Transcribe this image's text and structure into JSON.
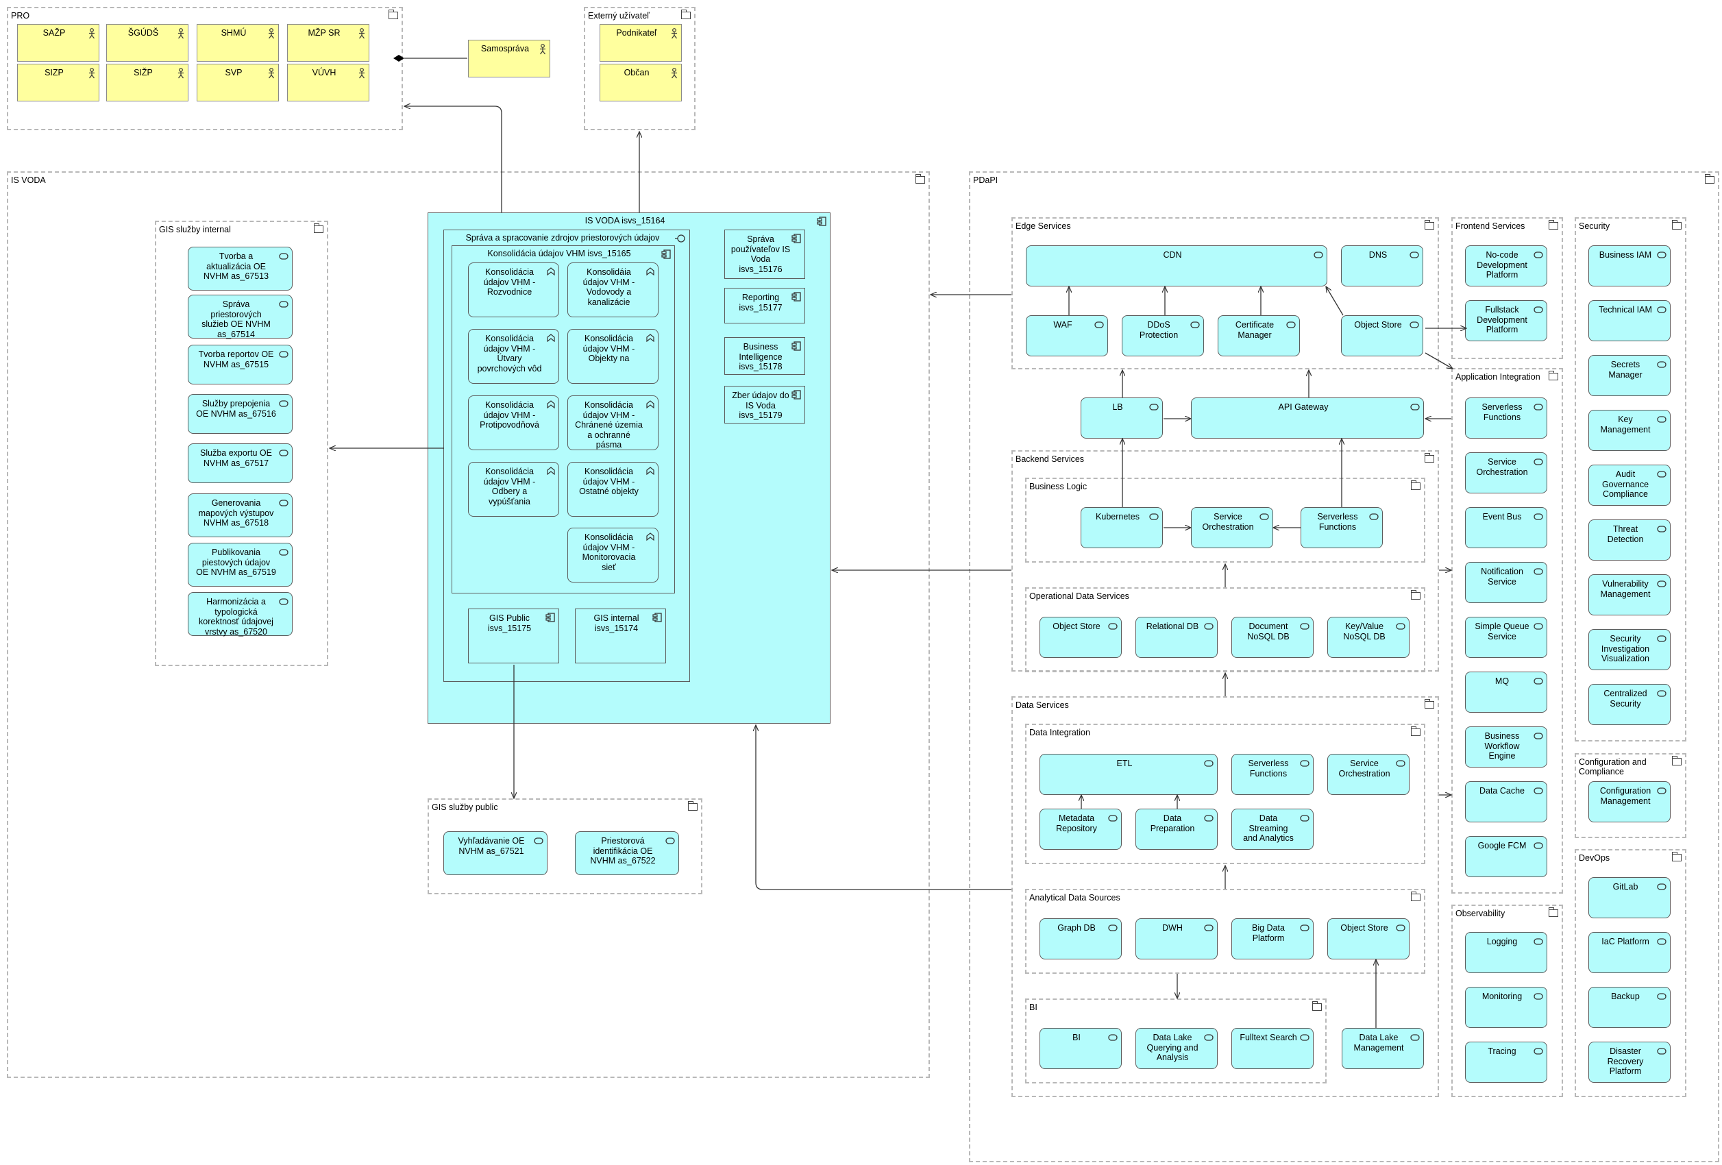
{
  "groups": {
    "pro": "PRO",
    "externy": "Externý užívateľ",
    "isvoda": "IS VODA",
    "pdapi": "PDaPI",
    "gis_int": "GIS služby internal",
    "gis_pub": "GIS služby public",
    "edge": "Edge Services",
    "frontend": "Frontend Services",
    "security": "Security",
    "appint": "Application Integration",
    "backend": "Backend Services",
    "bizlogic": "Business Logic",
    "opdata": "Operational Data Services",
    "dataserv": "Data Services",
    "dataint": "Data Integration",
    "analytical": "Analytical Data Sources",
    "bi": "BI",
    "config": "Configuration and\nCompliance",
    "devops": "DevOps",
    "observ": "Observability"
  },
  "actors": {
    "sazp": "SAŽP",
    "sgudz": "ŠGÚDŠ",
    "shmu": "SHMÚ",
    "mzp": "MŽP SR",
    "sizp1": "SIZP",
    "sizp2": "SIŽP",
    "svp": "SVP",
    "vuvh": "VÚVH",
    "samosprava": "Samospráva",
    "podnikatel": "Podnikateľ",
    "obcan": "Občan"
  },
  "isvoda": {
    "main": "IS VODA isvs_15164",
    "sprava": "Správa a spracovanie zdrojov priestorových údajov",
    "konsolidacia": "Konsolidácia údajov VHM isvs_15165",
    "k1": "Konsolidácia\núdajov VHM -\nRozvodnice",
    "k2": "Konsolidáia\núdajov VHM -\nVodovody a\nkanalizácie",
    "k3": "Konsolidácia\núdajov VHM -\nÚtvary\npovrchových vôd",
    "k4": "Konsolidácia\núdajov VHM -\nObjekty na",
    "k5": "Konsolidácia\núdajov VHM -\nProtipovodňová",
    "k6": "Konsolidácia\núdajov VHM -\nChránené územia\na ochranné\npásma",
    "k7": "Konsolidácia\núdajov VHM -\nOdbery a\nvypúšťania",
    "k8": "Konsolidácia\núdajov VHM -\nOstatné objekty",
    "k9": "Konsolidácia\núdajov VHM -\nMonitorovacia\nsieť",
    "s1": "Správa\npoužívateľov IS\nVoda\nisvs_15176",
    "s2": "Reporting\nisvs_15177",
    "s3": "Business\nIntelligence\nisvs_15178",
    "s4": "Zber údajov do\nIS Voda\nisvs_15179",
    "gpub": "GIS Public\nisvs_15175",
    "gint": "GIS internal\nisvs_15174"
  },
  "gis_internal": [
    "Tvorba a\naktualizácia OE\nNVHM as_67513",
    "Správa\npriestorových\nslužieb OE NVHM\nas_67514",
    "Tvorba reportov OE\nNVHM as_67515",
    "Služby prepojenia\nOE NVHM as_67516",
    "Služba exportu OE\nNVHM as_67517",
    "Generovania\nmapových výstupov\nNVHM as_67518",
    "Publikovania\npiestových údajov\nOE NVHM as_67519",
    "Harmonizácia a\ntypologická\nkorektnosť údajovej\nvrstvy as_67520"
  ],
  "gis_public": [
    "Vyhľadávanie OE\nNVHM as_67521",
    "Priestorová\nidentifikácia OE\nNVHM as_67522"
  ],
  "pdapi": {
    "cdn": "CDN",
    "dns": "DNS",
    "waf": "WAF",
    "ddos": "DDoS\nProtection",
    "cert": "Certificate\nManager",
    "objstore_edge": "Object Store",
    "lb": "LB",
    "apigw": "API Gateway",
    "k8s": "Kubernetes",
    "svcorch_bl": "Service\nOrchestration",
    "serverless_bl": "Serverless\nFunctions",
    "objstore_op": "Object Store",
    "reldb": "Relational DB",
    "docdb": "Document\nNoSQL DB",
    "kvdb": "Key/Value\nNoSQL DB",
    "etl": "ETL",
    "serverless_di": "Serverless\nFunctions",
    "svcorch_di": "Service\nOrchestration",
    "metadata": "Metadata\nRepository",
    "dataprep": "Data\nPreparation",
    "streaming": "Data\nStreaming\nand Analytics",
    "graphdb": "Graph DB",
    "dwh": "DWH",
    "bigdata": "Big Data\nPlatform",
    "objstore_an": "Object Store",
    "bi": "BI",
    "datalakeq": "Data Lake\nQuerying and\nAnalysis",
    "fulltext": "Fulltext Search",
    "datalakem": "Data Lake\nManagement"
  },
  "frontend": [
    "No-code\nDevelopment\nPlatform",
    "Fullstack\nDevelopment\nPlatform"
  ],
  "appint": [
    "Serverless\nFunctions",
    "Service\nOrchestration",
    "Event Bus",
    "Notification\nService",
    "Simple Queue\nService",
    "MQ",
    "Business\nWorkflow\nEngine",
    "Data Cache",
    "Google FCM"
  ],
  "security": [
    "Business IAM",
    "Technical IAM",
    "Secrets\nManager",
    "Key\nManagement",
    "Audit\nGovernance\nCompliance",
    "Threat\nDetection",
    "Vulnerability\nManagement",
    "Security\nInvestigation\nVisualization",
    "Centralized\nSecurity"
  ],
  "config": [
    "Configuration\nManagement"
  ],
  "devops": [
    "GitLab",
    "IaC Platform",
    "Backup",
    "Disaster\nRecovery\nPlatform"
  ],
  "observ": [
    "Logging",
    "Monitoring",
    "Tracing"
  ]
}
